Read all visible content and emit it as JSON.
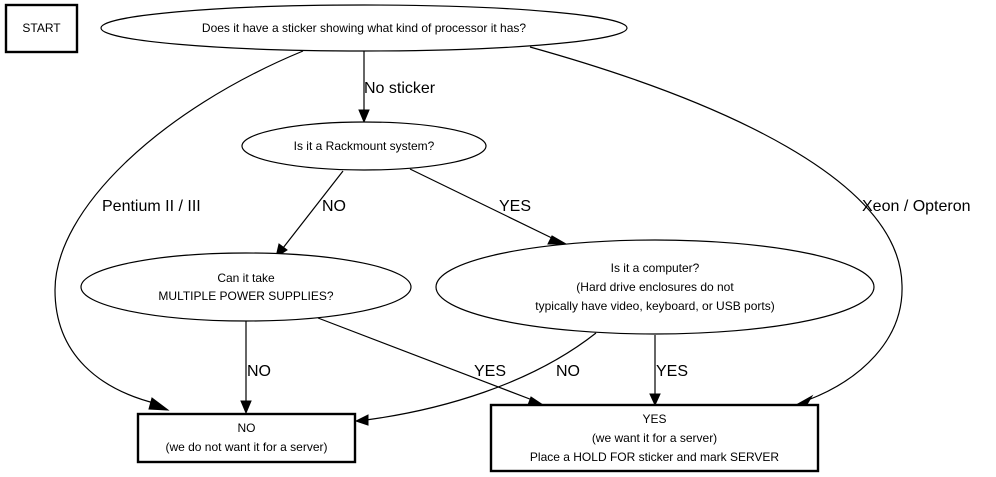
{
  "diagram": {
    "nodes": {
      "start": {
        "label": "START"
      },
      "sticker_question": {
        "label": "Does it have a sticker showing what kind of processor it has?"
      },
      "rackmount_question": {
        "label": "Is it a Rackmount system?"
      },
      "power_question": {
        "lines": [
          "Can it take",
          "MULTIPLE POWER SUPPLIES?"
        ]
      },
      "computer_question": {
        "lines": [
          "Is it a computer?",
          "(Hard drive enclosures do not",
          "typically have video, keyboard, or USB ports)"
        ]
      },
      "no_result": {
        "lines": [
          "NO",
          "(we do not want it for a server)"
        ]
      },
      "yes_result": {
        "lines": [
          "YES",
          "(we want it for a server)",
          "Place a HOLD FOR sticker and mark SERVER"
        ]
      }
    },
    "edges": {
      "no_sticker": {
        "label": "No sticker"
      },
      "pentium": {
        "label": "Pentium II / III"
      },
      "xeon": {
        "label": "Xeon / Opteron"
      },
      "rack_no": {
        "label": "NO"
      },
      "rack_yes": {
        "label": "YES"
      },
      "power_no": {
        "label": "NO"
      },
      "power_yes": {
        "label": "YES"
      },
      "computer_no": {
        "label": "NO"
      },
      "computer_yes": {
        "label": "YES"
      }
    }
  }
}
